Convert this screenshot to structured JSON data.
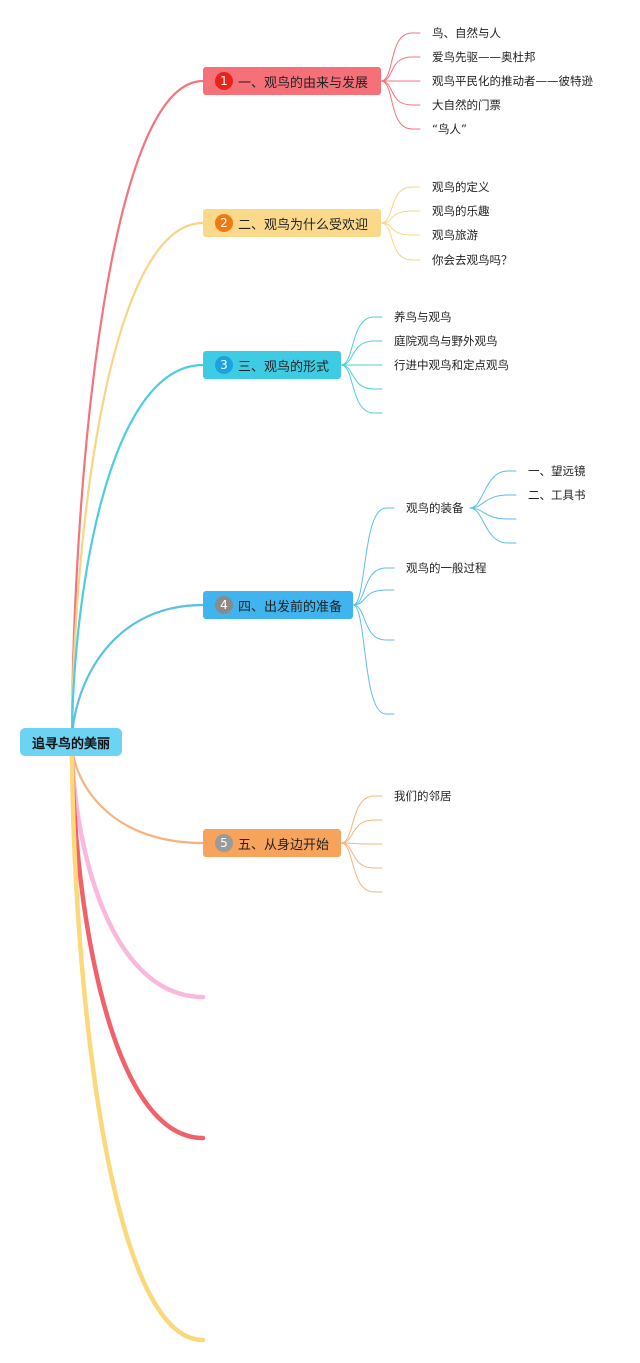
{
  "root": {
    "label": "追寻鸟的美丽"
  },
  "branches": [
    {
      "label": "一、观鸟的由来与发展",
      "number": "1",
      "number_color": "#e8231a",
      "color": "#f4737c",
      "bg": "#f6707a",
      "items": [
        "鸟、自然与人",
        "爱鸟先驱——奥杜邦",
        "观鸟平民化的推动者——彼特逊",
        "大自然的门票",
        "“鸟人”"
      ]
    },
    {
      "label": "二、观鸟为什么受欢迎",
      "number": "2",
      "number_color": "#f07a12",
      "color": "#f7d585",
      "bg": "#fbd98a",
      "items": [
        "观鸟的定义",
        "观鸟的乐趣",
        "观鸟旅游",
        "你会去观鸟吗？"
      ]
    },
    {
      "label": "三、观鸟的形式",
      "number": "3",
      "number_color": "#1aa3e0",
      "color": "#4fcde0",
      "bg": "#3ecbe4",
      "items": [
        "养鸟与观鸟",
        "庭院观鸟与野外观鸟",
        "行进中观鸟和定点观鸟"
      ]
    },
    {
      "label": "四、出发前的准备",
      "number": "4",
      "number_color": "#8a8a8a",
      "color": "#5bbfe6",
      "bg": "#3fb4ee",
      "items": [
        "观鸟的装备",
        "观鸟的一般过程"
      ],
      "sub_items": [
        "一、望远镜",
        "二、工具书"
      ]
    },
    {
      "label": "五、从身边开始",
      "number": "5",
      "number_color": "#9a9a9a",
      "color": "#f7b37d",
      "bg": "#f7a35c",
      "items": [
        "我们的邻居"
      ]
    }
  ],
  "extra_branch_colors": [
    "#f9b9dc",
    "#f0616c",
    "#fbd87a"
  ]
}
